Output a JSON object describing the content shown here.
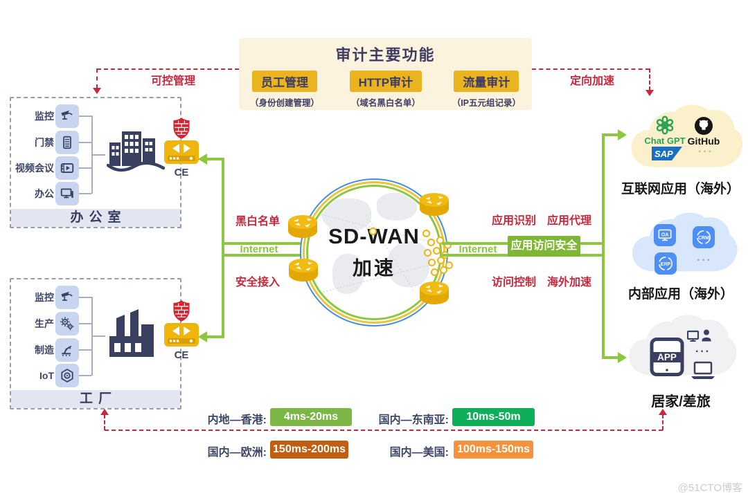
{
  "watermark": "@51CTO博客",
  "audit_panel": {
    "title": "审计主要功能",
    "functions": [
      {
        "label": "员工管理",
        "sub": "（身份创建管理）"
      },
      {
        "label": "HTTP审计",
        "sub": "（域名黑白名单）"
      },
      {
        "label": "流量审计",
        "sub": "（IP五元组记录）"
      }
    ]
  },
  "flow_labels": {
    "controlled_mgmt": "可控管理",
    "directed_accel": "定向加速",
    "blacklist_whitelist": "黑白名单",
    "secure_access": "安全接入",
    "internet_left": "Internet",
    "internet_right": "Internet",
    "app_identify": "应用识别",
    "app_proxy": "应用代理",
    "app_access_security": "应用访问安全",
    "access_control": "访问控制",
    "overseas_accel": "海外加速"
  },
  "office": {
    "title": "办公室",
    "device_label": "CE",
    "items": [
      {
        "label": "监控"
      },
      {
        "label": "门禁"
      },
      {
        "label": "视频会议"
      },
      {
        "label": "办公"
      }
    ]
  },
  "factory": {
    "title": "工厂",
    "device_label": "CE",
    "items": [
      {
        "label": "监控"
      },
      {
        "label": "生产"
      },
      {
        "label": "制造"
      },
      {
        "label": "IoT"
      }
    ]
  },
  "core": {
    "title_line1": "SD-WAN",
    "title_line2": "加速"
  },
  "clouds": {
    "internet_apps": {
      "title": "互联网应用（海外）",
      "apps": [
        {
          "label": "Chat GPT"
        },
        {
          "label": "GitHub"
        },
        {
          "label": "SAP"
        },
        {
          "label": "···"
        }
      ]
    },
    "internal_apps": {
      "title": "内部应用（海外）",
      "apps": [
        {
          "label": "OA"
        },
        {
          "label": "CRM"
        },
        {
          "label": "ERP"
        },
        {
          "label": "···"
        }
      ]
    },
    "remote_work": {
      "title": "居家/差旅",
      "phone_label": "APP",
      "more": "···"
    }
  },
  "latency": [
    {
      "route": "内地—香港:",
      "value": "4ms-20ms",
      "color": "#7CB647"
    },
    {
      "route": "国内—东南亚:",
      "value": "10ms-50m",
      "color": "#0FAE5B"
    },
    {
      "route": "国内—欧洲:",
      "value": "150ms-200ms",
      "color": "#C25E11"
    },
    {
      "route": "国内—美国:",
      "value": "100ms-150ms",
      "color": "#F6913C"
    }
  ],
  "colors": {
    "annotation_red": "#C9283C",
    "flow_green": "#8DC63F",
    "security_box_green": "#7DB733",
    "device_gold": "#EFB50C",
    "audit_gold": "#E9B41F",
    "navy": "#3A4160",
    "cloud_internet": "#FAF0CC",
    "cloud_internal": "#D8E7FB",
    "cloud_remote": "#F1F1F4"
  }
}
